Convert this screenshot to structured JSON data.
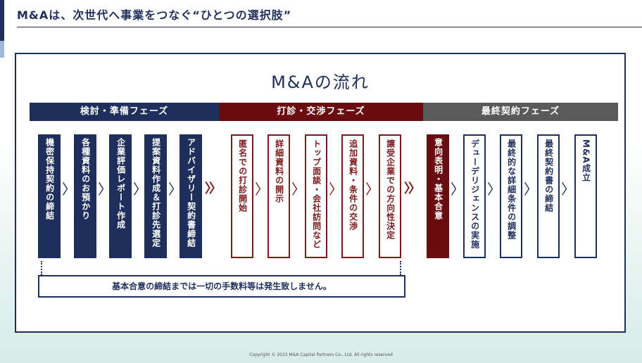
{
  "page": {
    "title": "M&Aは、次世代へ事業をつなぐ“ひとつの選択肢”",
    "copyright": "Copyright © 2023 M&A Capital Partners Co., Ltd. All rights reserved"
  },
  "flow": {
    "title": "M&Aの流れ",
    "phases": [
      {
        "label": "検討・準備フェーズ",
        "color": "#1f2f5c"
      },
      {
        "label": "打診・交渉フェーズ",
        "color": "#6b0d10"
      },
      {
        "label": "最終契約フェーズ",
        "color": "#5a5a5a"
      }
    ],
    "steps": [
      {
        "label": "機密保持契約の締結"
      },
      {
        "label": "各種資料のお預かり"
      },
      {
        "label": "企業評価レポート作成"
      },
      {
        "label": "提案資料作成＆打診先選定"
      },
      {
        "label": "アドバイザリー契約書締結"
      },
      {
        "label": "匿名での打診開始"
      },
      {
        "label": "詳細資料の開示"
      },
      {
        "label": "トップ面談・会社訪問など"
      },
      {
        "label": "追加資料・条件の交渉"
      },
      {
        "label": "譲受企業での方向性決定"
      },
      {
        "label": "意向表明・基本合意"
      },
      {
        "label": "デューデリジェンスの実施"
      },
      {
        "label": "最終的な詳細条件の調整"
      },
      {
        "label": "最終契約書の締結"
      },
      {
        "label": "M&A成立"
      }
    ],
    "arrow_single": "〉",
    "arrow_double": "〉〉",
    "note": "基本合意の締結までは一切の手数料等は発生致しません。"
  }
}
